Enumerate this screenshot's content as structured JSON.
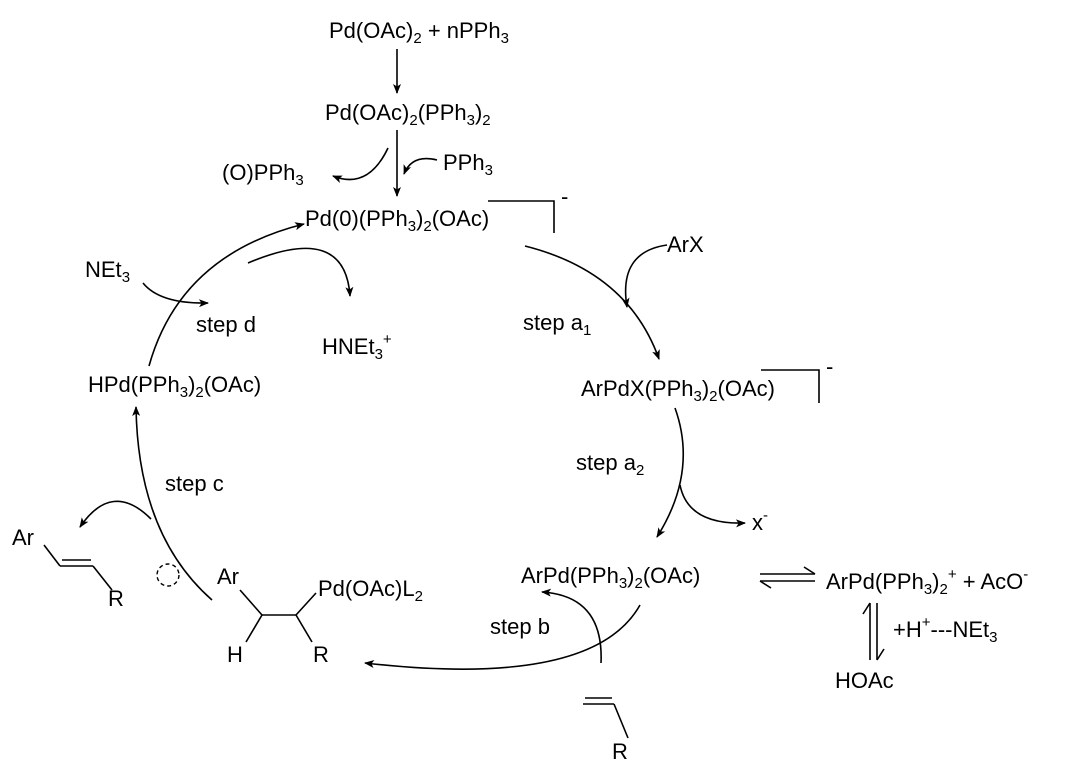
{
  "precursor": {
    "pd_source": "Pd(OAc)",
    "pd_source_sub": "2",
    "plus_ligand": " + nPPh",
    "plus_ligand_sub": "3"
  },
  "precomplex": {
    "a": "Pd(OAc)",
    "a_sub": "2",
    "b": "(PPh",
    "b_sub": "3",
    "c": ")",
    "c_sub": "2"
  },
  "reduction": {
    "oxide": "(O)PPh",
    "oxide_sub": "3",
    "reductant": "PPh",
    "reductant_sub": "3"
  },
  "active_catalyst": {
    "a": "Pd(0)(PPh",
    "a_sub": "3",
    "b": ")",
    "b_sub": "2",
    "c": "(OAc)",
    "charge": "-"
  },
  "oxidative_addition": {
    "reagent": "ArX",
    "step_text": "step a",
    "step_sub": "1",
    "product_a": "ArPdX(PPh",
    "product_sub1": "3",
    "product_b": ")",
    "product_sub2": "2",
    "product_c": "(OAc)",
    "charge": "-"
  },
  "halide_loss": {
    "step_text": "step a",
    "step_sub": "2",
    "released": "x",
    "released_charge": "-"
  },
  "neutral_complex": {
    "a": "ArPd(PPh",
    "a_sub": "3",
    "b": ")",
    "b_sub": "2",
    "c": "(OAc)"
  },
  "cationic_equilibrium": {
    "a": "ArPd(PPh",
    "a_sub": "3",
    "b": ")",
    "b_sub": "2",
    "b_sup": "+",
    "c": " + AcO",
    "c_sup": "-",
    "proton_a": "+H",
    "proton_sup": "+",
    "proton_b": "---NEt",
    "proton_sub": "3",
    "acid": "HOAc"
  },
  "insertion": {
    "step_text": "step b",
    "alkene_sub": "R"
  },
  "alkyl_complex": {
    "ar": "Ar",
    "pd": "Pd(OAc)L",
    "pd_sub": "2",
    "h": "H",
    "r": "R"
  },
  "elimination": {
    "step_text": "step c",
    "product_ar": "Ar",
    "product_r": "R"
  },
  "hydride": {
    "a": "HPd(PPh",
    "a_sub": "3",
    "b": ")",
    "b_sub": "2",
    "c": "(OAc)"
  },
  "regeneration": {
    "step_text": "step d",
    "base": "NEt",
    "base_sub": "3",
    "salt": "HNEt",
    "salt_sub": "3",
    "salt_sup": "+"
  }
}
